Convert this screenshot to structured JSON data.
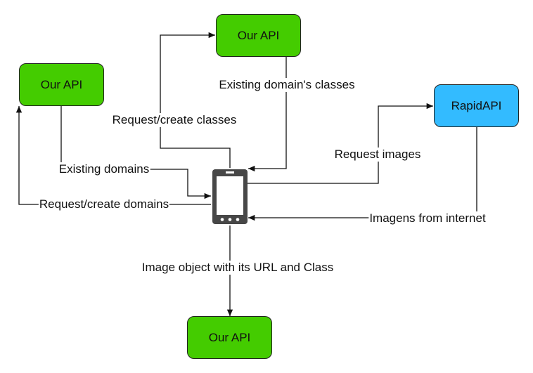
{
  "colors": {
    "api_fill": "#44CC00",
    "rapidapi_fill": "#33BBFF",
    "stroke": "#111111",
    "phone": "#474747"
  },
  "nodes": {
    "api_left": "Our API",
    "api_top": "Our API",
    "api_bottom": "Our API",
    "rapidapi": "RapidAPI",
    "phone_icon": "mobile-phone-icon"
  },
  "edges": {
    "existing_domains": "Existing domains",
    "request_create_domains": "Request/create domains",
    "request_create_classes": "Request/create classes",
    "existing_domains_classes": "Existing domain's classes",
    "request_images": "Request images",
    "imagens_from_internet": "Imagens from internet",
    "image_object": "Image object with its URL and Class"
  }
}
